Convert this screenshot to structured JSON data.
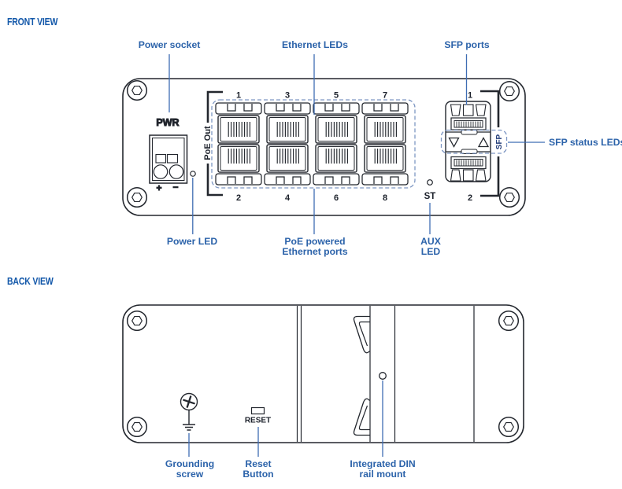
{
  "front": {
    "title": "FRONT VIEW",
    "callouts": {
      "power_socket": "Power socket",
      "ethernet_leds": "Ethernet LEDs",
      "sfp_ports": "SFP ports",
      "sfp_status_leds": "SFP status LEDs",
      "power_led": "Power LED",
      "poe_l1": "PoE powered",
      "poe_l2": "Ethernet ports",
      "aux_l1": "AUX",
      "aux_l2": "LED"
    },
    "panel": {
      "pwr": "PWR",
      "plus": "+",
      "minus": "−",
      "poe_out": "PoE Out",
      "st": "ST",
      "sfp": "SFP",
      "eth_top": [
        "1",
        "3",
        "5",
        "7"
      ],
      "eth_bottom": [
        "2",
        "4",
        "6",
        "8"
      ],
      "sfp_top": "1",
      "sfp_bottom": "2"
    }
  },
  "back": {
    "title": "BACK VIEW",
    "panel": {
      "reset": "RESET"
    },
    "callouts": {
      "grounding_l1": "Grounding",
      "grounding_l2": "screw",
      "reset_l1": "Reset",
      "reset_l2": "Button",
      "din_l1": "Integrated DIN",
      "din_l2": "rail mount"
    }
  },
  "icons": {
    "corner_screw": "hex-socket-screw",
    "grounding_screw": "phillips-screw",
    "ground_symbol": "earth-ground",
    "din_clip": "din-rail-clip",
    "power_led": "led-dot",
    "aux_led": "led-dot",
    "sfp_status_down": "triangle-down",
    "sfp_status_up": "triangle-up"
  },
  "colors": {
    "heading_blue": "#1257a9",
    "label_blue": "#2c63aa",
    "leader_blue": "#3f6db3",
    "dashed_blue": "#7e97c3",
    "line_dark": "#23272e",
    "sfp_text_navy": "#253f7a"
  }
}
